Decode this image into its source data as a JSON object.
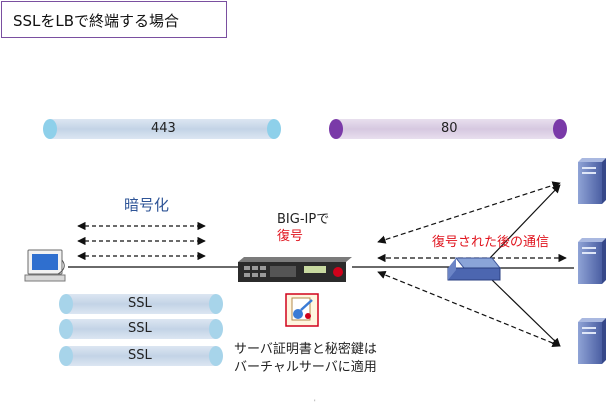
{
  "title": "SSLをLBで終端する場合",
  "pipes": {
    "client_side_port": "443",
    "server_side_port": "80",
    "ssl_1": "SSL",
    "ssl_2": "SSL",
    "ssl_3": "SSL"
  },
  "labels": {
    "encrypted": "暗号化",
    "bigip_line1": "BIG-IPで",
    "bigip_line2": "復号",
    "after_decrypt": "復号された後の通信",
    "cert_line1": "サーバ証明書と秘密鍵は",
    "cert_line2": "バーチャルサーバに適用"
  },
  "colors": {
    "blue_pipe": "#c7d6e8",
    "blue_cap": "#8ed0ea",
    "purple_pipe": "#d9cce3",
    "purple_cap": "#7a3aa8",
    "red_text": "#e0141e",
    "blue_text": "#2f5597",
    "title_border": "#7a4fa0"
  },
  "icons": [
    "client-pc-icon",
    "load-balancer-icon",
    "cert-key-icon",
    "switch-icon",
    "server-icon"
  ]
}
